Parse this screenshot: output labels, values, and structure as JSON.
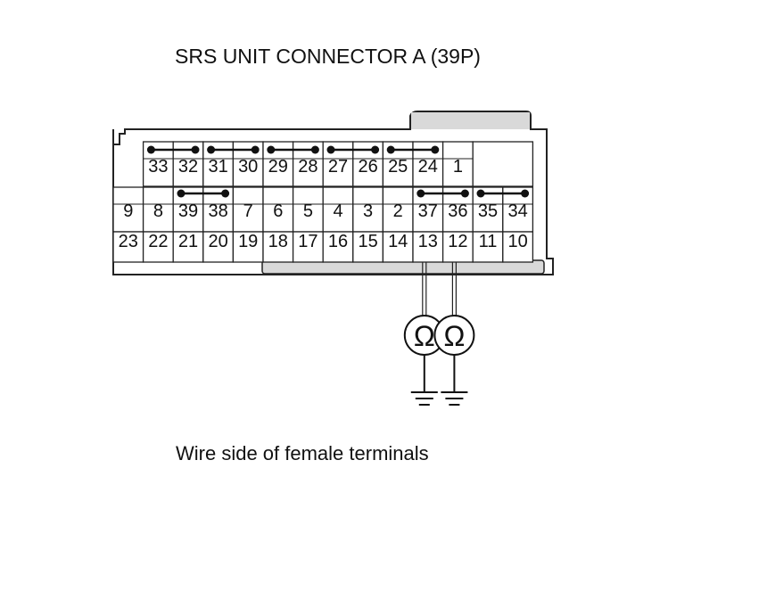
{
  "title": "SRS UNIT CONNECTOR A (39P)",
  "caption": "Wire side of female terminals",
  "meter_symbol": "Ω",
  "rows": [
    [
      "33",
      "32",
      "31",
      "30",
      "29",
      "28",
      "27",
      "26",
      "25",
      "24",
      "1"
    ],
    [
      "9",
      "8",
      "39",
      "38",
      "7",
      "6",
      "5",
      "4",
      "3",
      "2",
      "37",
      "36",
      "35",
      "34"
    ],
    [
      "23",
      "22",
      "21",
      "20",
      "19",
      "18",
      "17",
      "16",
      "15",
      "14",
      "13",
      "12",
      "11",
      "10"
    ]
  ],
  "jumpers": [
    {
      "row": 0,
      "from": "33",
      "to": "32"
    },
    {
      "row": 0,
      "from": "31",
      "to": "30"
    },
    {
      "row": 0,
      "from": "29",
      "to": "28"
    },
    {
      "row": 0,
      "from": "27",
      "to": "26"
    },
    {
      "row": 0,
      "from": "25",
      "to": "24"
    },
    {
      "row": 1,
      "from": "39",
      "to": "38"
    },
    {
      "row": 1,
      "from": "37",
      "to": "36"
    },
    {
      "row": 1,
      "from": "35",
      "to": "34"
    }
  ],
  "probes": [
    {
      "terminal": "13",
      "symbol": "Ω",
      "to": "ground"
    },
    {
      "terminal": "12",
      "symbol": "Ω",
      "to": "ground"
    }
  ]
}
